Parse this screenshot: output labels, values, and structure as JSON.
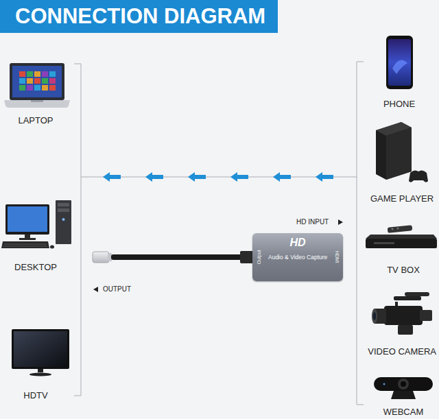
{
  "diagram": {
    "title": "CONNECTION DIAGRAM",
    "nodes": [
      {
        "text": [
          "LAPTOP"
        ]
      },
      {
        "text": [
          "PHONE"
        ]
      },
      {
        "text": [
          "GAME PLAYER"
        ]
      },
      {
        "text": [
          "DESKTOP"
        ]
      },
      {
        "text": [
          "Output",
          "HD",
          "Audio & Video Capture",
          "HDMI"
        ]
      },
      {
        "text": [
          "TV BOX"
        ]
      },
      {
        "text": [
          "VIDEO CAMERA"
        ]
      },
      {
        "text": [
          "HDTV"
        ]
      },
      {
        "text": [
          "WEBCAM"
        ]
      }
    ],
    "labels": [
      "HD INPUT",
      "OUTPUT"
    ]
  }
}
